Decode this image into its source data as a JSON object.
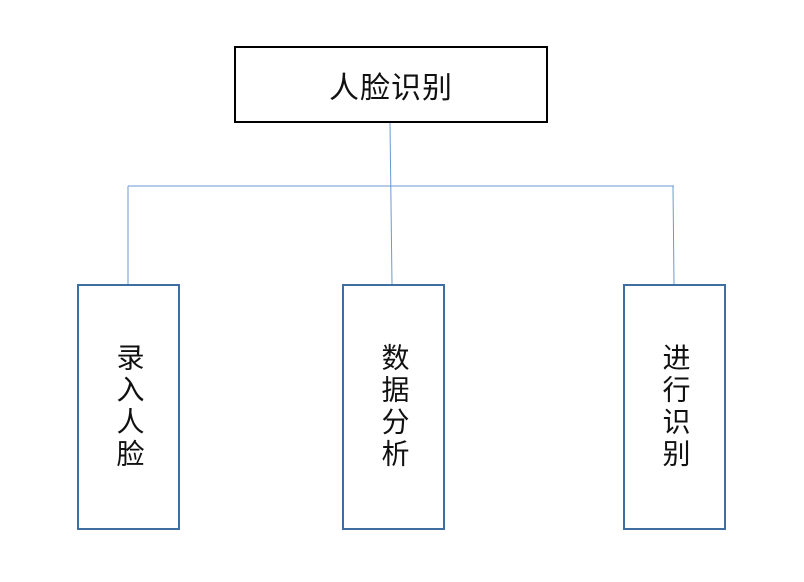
{
  "diagram": {
    "root": {
      "label": "人脸识别"
    },
    "children": [
      {
        "label": "录入人脸"
      },
      {
        "label": "数据分析"
      },
      {
        "label": "进行识别"
      }
    ]
  },
  "colors": {
    "root_border": "#000000",
    "child_border": "#3f6ea1",
    "connector": "#6a9ad0"
  }
}
